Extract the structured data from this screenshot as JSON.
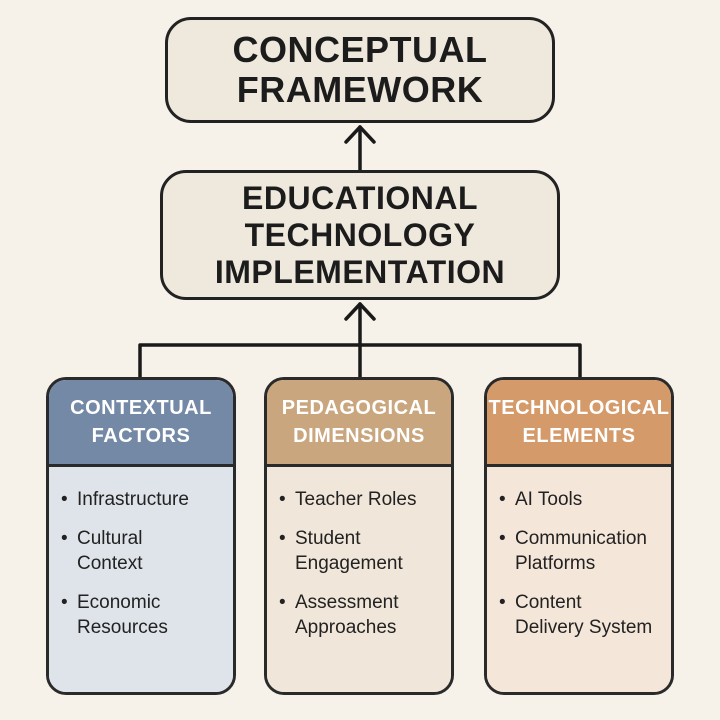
{
  "top": {
    "lines": [
      "CONCEPTUAL",
      "FRAMEWORK"
    ]
  },
  "middle": {
    "lines": [
      "EDUCATIONAL",
      "TECHNOLOGY",
      "IMPLEMENTATION"
    ]
  },
  "cards": [
    {
      "title_lines": [
        "CONTEXTUAL",
        "FACTORS"
      ],
      "color": "#7489a6",
      "items": [
        [
          "Infrastructure"
        ],
        [
          "Cultural",
          "Context"
        ],
        [
          "Economic",
          "Resources"
        ]
      ]
    },
    {
      "title_lines": [
        "PEDAGOGICAL",
        "DIMENSIONS"
      ],
      "color": "#c9a67e",
      "items": [
        [
          "Teacher Roles"
        ],
        [
          "Student",
          "Engagement"
        ],
        [
          "Assessment",
          "Approaches"
        ]
      ]
    },
    {
      "title_lines": [
        "TECHNOLOGICAL",
        "ELEMENTS"
      ],
      "color": "#d49a6a",
      "items": [
        [
          "AI Tools"
        ],
        [
          "Communication",
          "Platforms"
        ],
        [
          "Content",
          "Delivery System"
        ]
      ]
    }
  ],
  "bullet_char": "•"
}
